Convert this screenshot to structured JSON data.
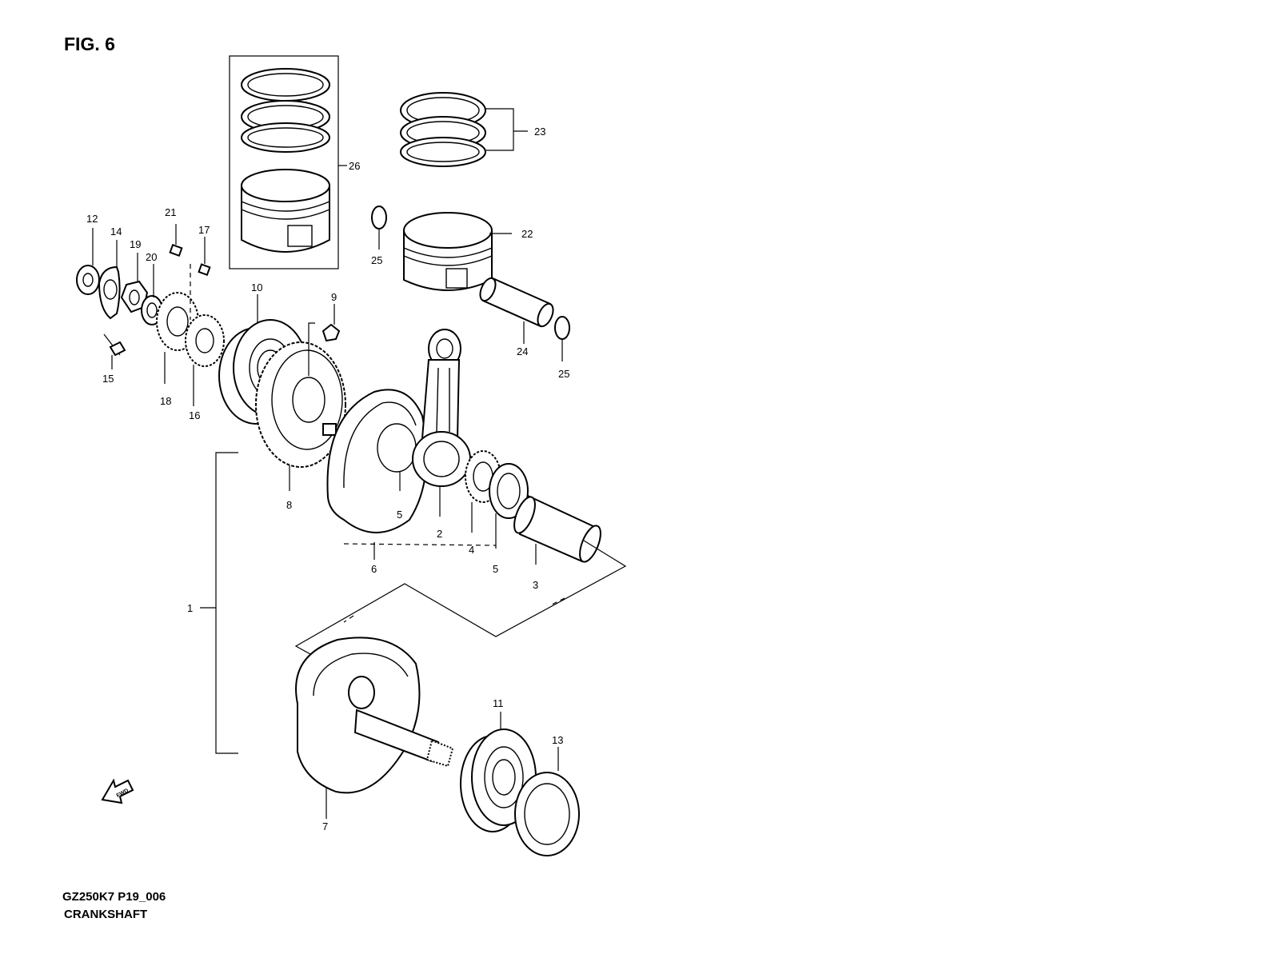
{
  "figure": {
    "title": "FIG. 6",
    "code": "GZ250K7 P19_006",
    "caption": "CRANKSHAFT"
  },
  "callouts": {
    "c1": "1",
    "c2": "2",
    "c3": "3",
    "c4": "4",
    "c5a": "5",
    "c5b": "5",
    "c6": "6",
    "c7": "7",
    "c8": "8",
    "c9": "9",
    "c10": "10",
    "c11": "11",
    "c12": "12",
    "c13": "13",
    "c14": "14",
    "c15": "15",
    "c16": "16",
    "c17": "17",
    "c18": "18",
    "c19": "19",
    "c20": "20",
    "c21": "21",
    "c22": "22",
    "c23": "23",
    "c24": "24",
    "c25a": "25",
    "c25b": "25",
    "c26": "26"
  },
  "fwd_label": "FWD"
}
